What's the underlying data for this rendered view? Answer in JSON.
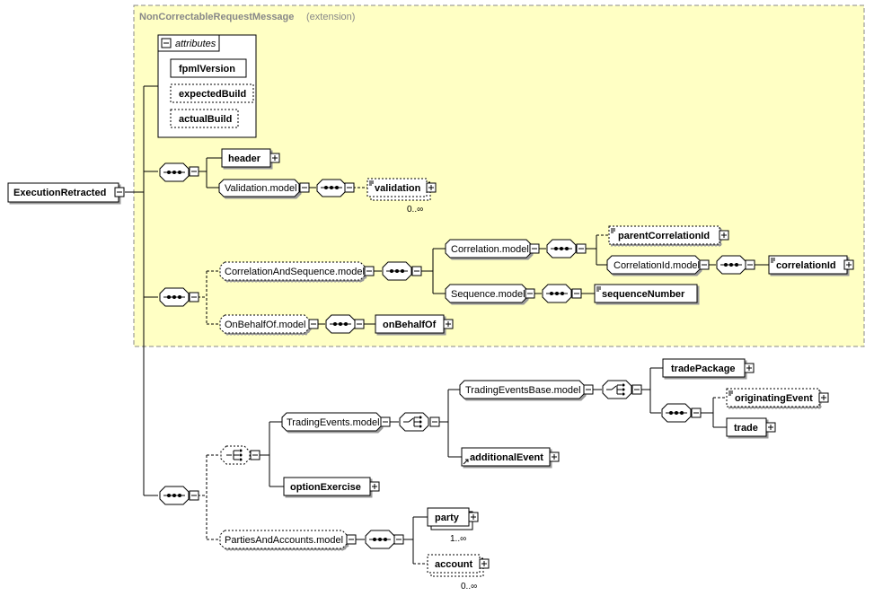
{
  "extension_box": {
    "base_type": "NonCorrectableRequestMessage",
    "qualifier": "(extension)",
    "fill_color": "#ffffc4"
  },
  "attributes": {
    "label": "attributes",
    "items": [
      "fpmlVersion",
      "expectedBuild",
      "actualBuild"
    ]
  },
  "root": {
    "label": "ExecutionRetracted"
  },
  "elements": {
    "header": "header",
    "validation_model": "Validation.model",
    "validation": "validation",
    "validation_occ": "0..∞",
    "correlation_and_sequence_model": "CorrelationAndSequence.model",
    "correlation_model": "Correlation.model",
    "parent_correlation_id": "parentCorrelationId",
    "correlation_id_model": "CorrelationId.model",
    "correlation_id": "correlationId",
    "sequence_model": "Sequence.model",
    "sequence_number": "sequenceNumber",
    "on_behalf_of_model": "OnBehalfOf.model",
    "on_behalf_of": "onBehalfOf",
    "trading_events_base_model": "TradingEventsBase.model",
    "trade_package": "tradePackage",
    "originating_event": "originatingEvent",
    "trade": "trade",
    "trading_events_model": "TradingEvents.model",
    "additional_event": "additionalEvent",
    "option_exercise": "optionExercise",
    "parties_and_accounts_model": "PartiesAndAccounts.model",
    "party": "party",
    "party_occ": "1..∞",
    "account": "account",
    "account_occ": "0..∞"
  }
}
